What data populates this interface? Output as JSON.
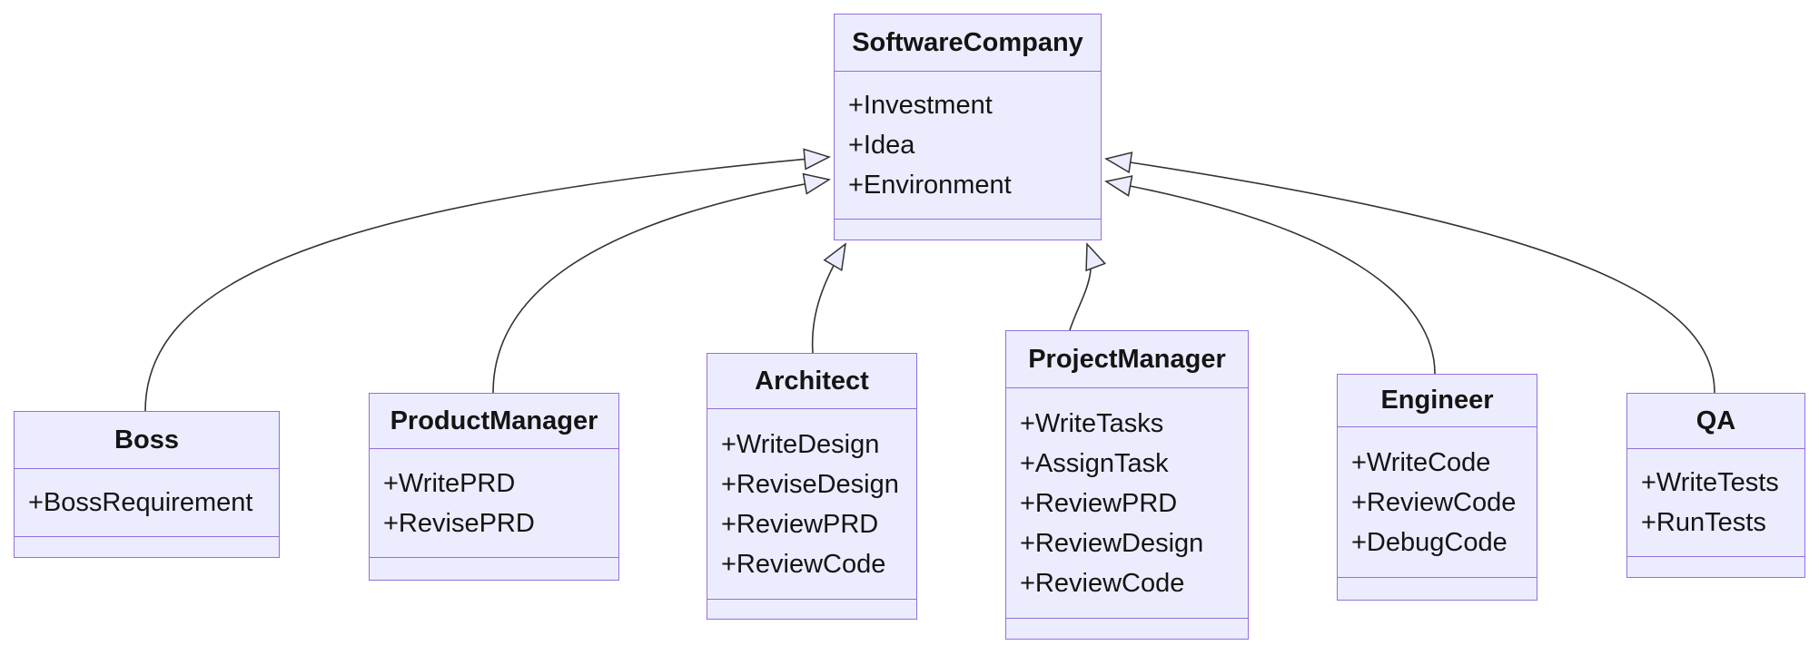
{
  "diagram": {
    "kind": "uml-class-diagram",
    "colors": {
      "node_fill": "#ECECFF",
      "node_border": "#9370DB",
      "edge_line": "#333333",
      "text": "#141414",
      "background": "#ffffff"
    },
    "classes": [
      {
        "id": "software-company",
        "name": "SoftwareCompany",
        "attributes": [
          "+Investment",
          "+Idea",
          "+Environment"
        ],
        "methods": []
      },
      {
        "id": "boss",
        "name": "Boss",
        "attributes": [
          "+BossRequirement"
        ],
        "methods": []
      },
      {
        "id": "product-manager",
        "name": "ProductManager",
        "attributes": [
          "+WritePRD",
          "+RevisePRD"
        ],
        "methods": []
      },
      {
        "id": "architect",
        "name": "Architect",
        "attributes": [
          "+WriteDesign",
          "+ReviseDesign",
          "+ReviewPRD",
          "+ReviewCode"
        ],
        "methods": []
      },
      {
        "id": "project-manager",
        "name": "ProjectManager",
        "attributes": [
          "+WriteTasks",
          "+AssignTask",
          "+ReviewPRD",
          "+ReviewDesign",
          "+ReviewCode"
        ],
        "methods": []
      },
      {
        "id": "engineer",
        "name": "Engineer",
        "attributes": [
          "+WriteCode",
          "+ReviewCode",
          "+DebugCode"
        ],
        "methods": []
      },
      {
        "id": "qa",
        "name": "QA",
        "attributes": [
          "+WriteTests",
          "+RunTests"
        ],
        "methods": []
      }
    ],
    "relations": [
      {
        "from": "Boss",
        "to": "SoftwareCompany",
        "type": "inheritance"
      },
      {
        "from": "ProductManager",
        "to": "SoftwareCompany",
        "type": "inheritance"
      },
      {
        "from": "Architect",
        "to": "SoftwareCompany",
        "type": "inheritance"
      },
      {
        "from": "ProjectManager",
        "to": "SoftwareCompany",
        "type": "inheritance"
      },
      {
        "from": "Engineer",
        "to": "SoftwareCompany",
        "type": "inheritance"
      },
      {
        "from": "QA",
        "to": "SoftwareCompany",
        "type": "inheritance"
      }
    ]
  }
}
